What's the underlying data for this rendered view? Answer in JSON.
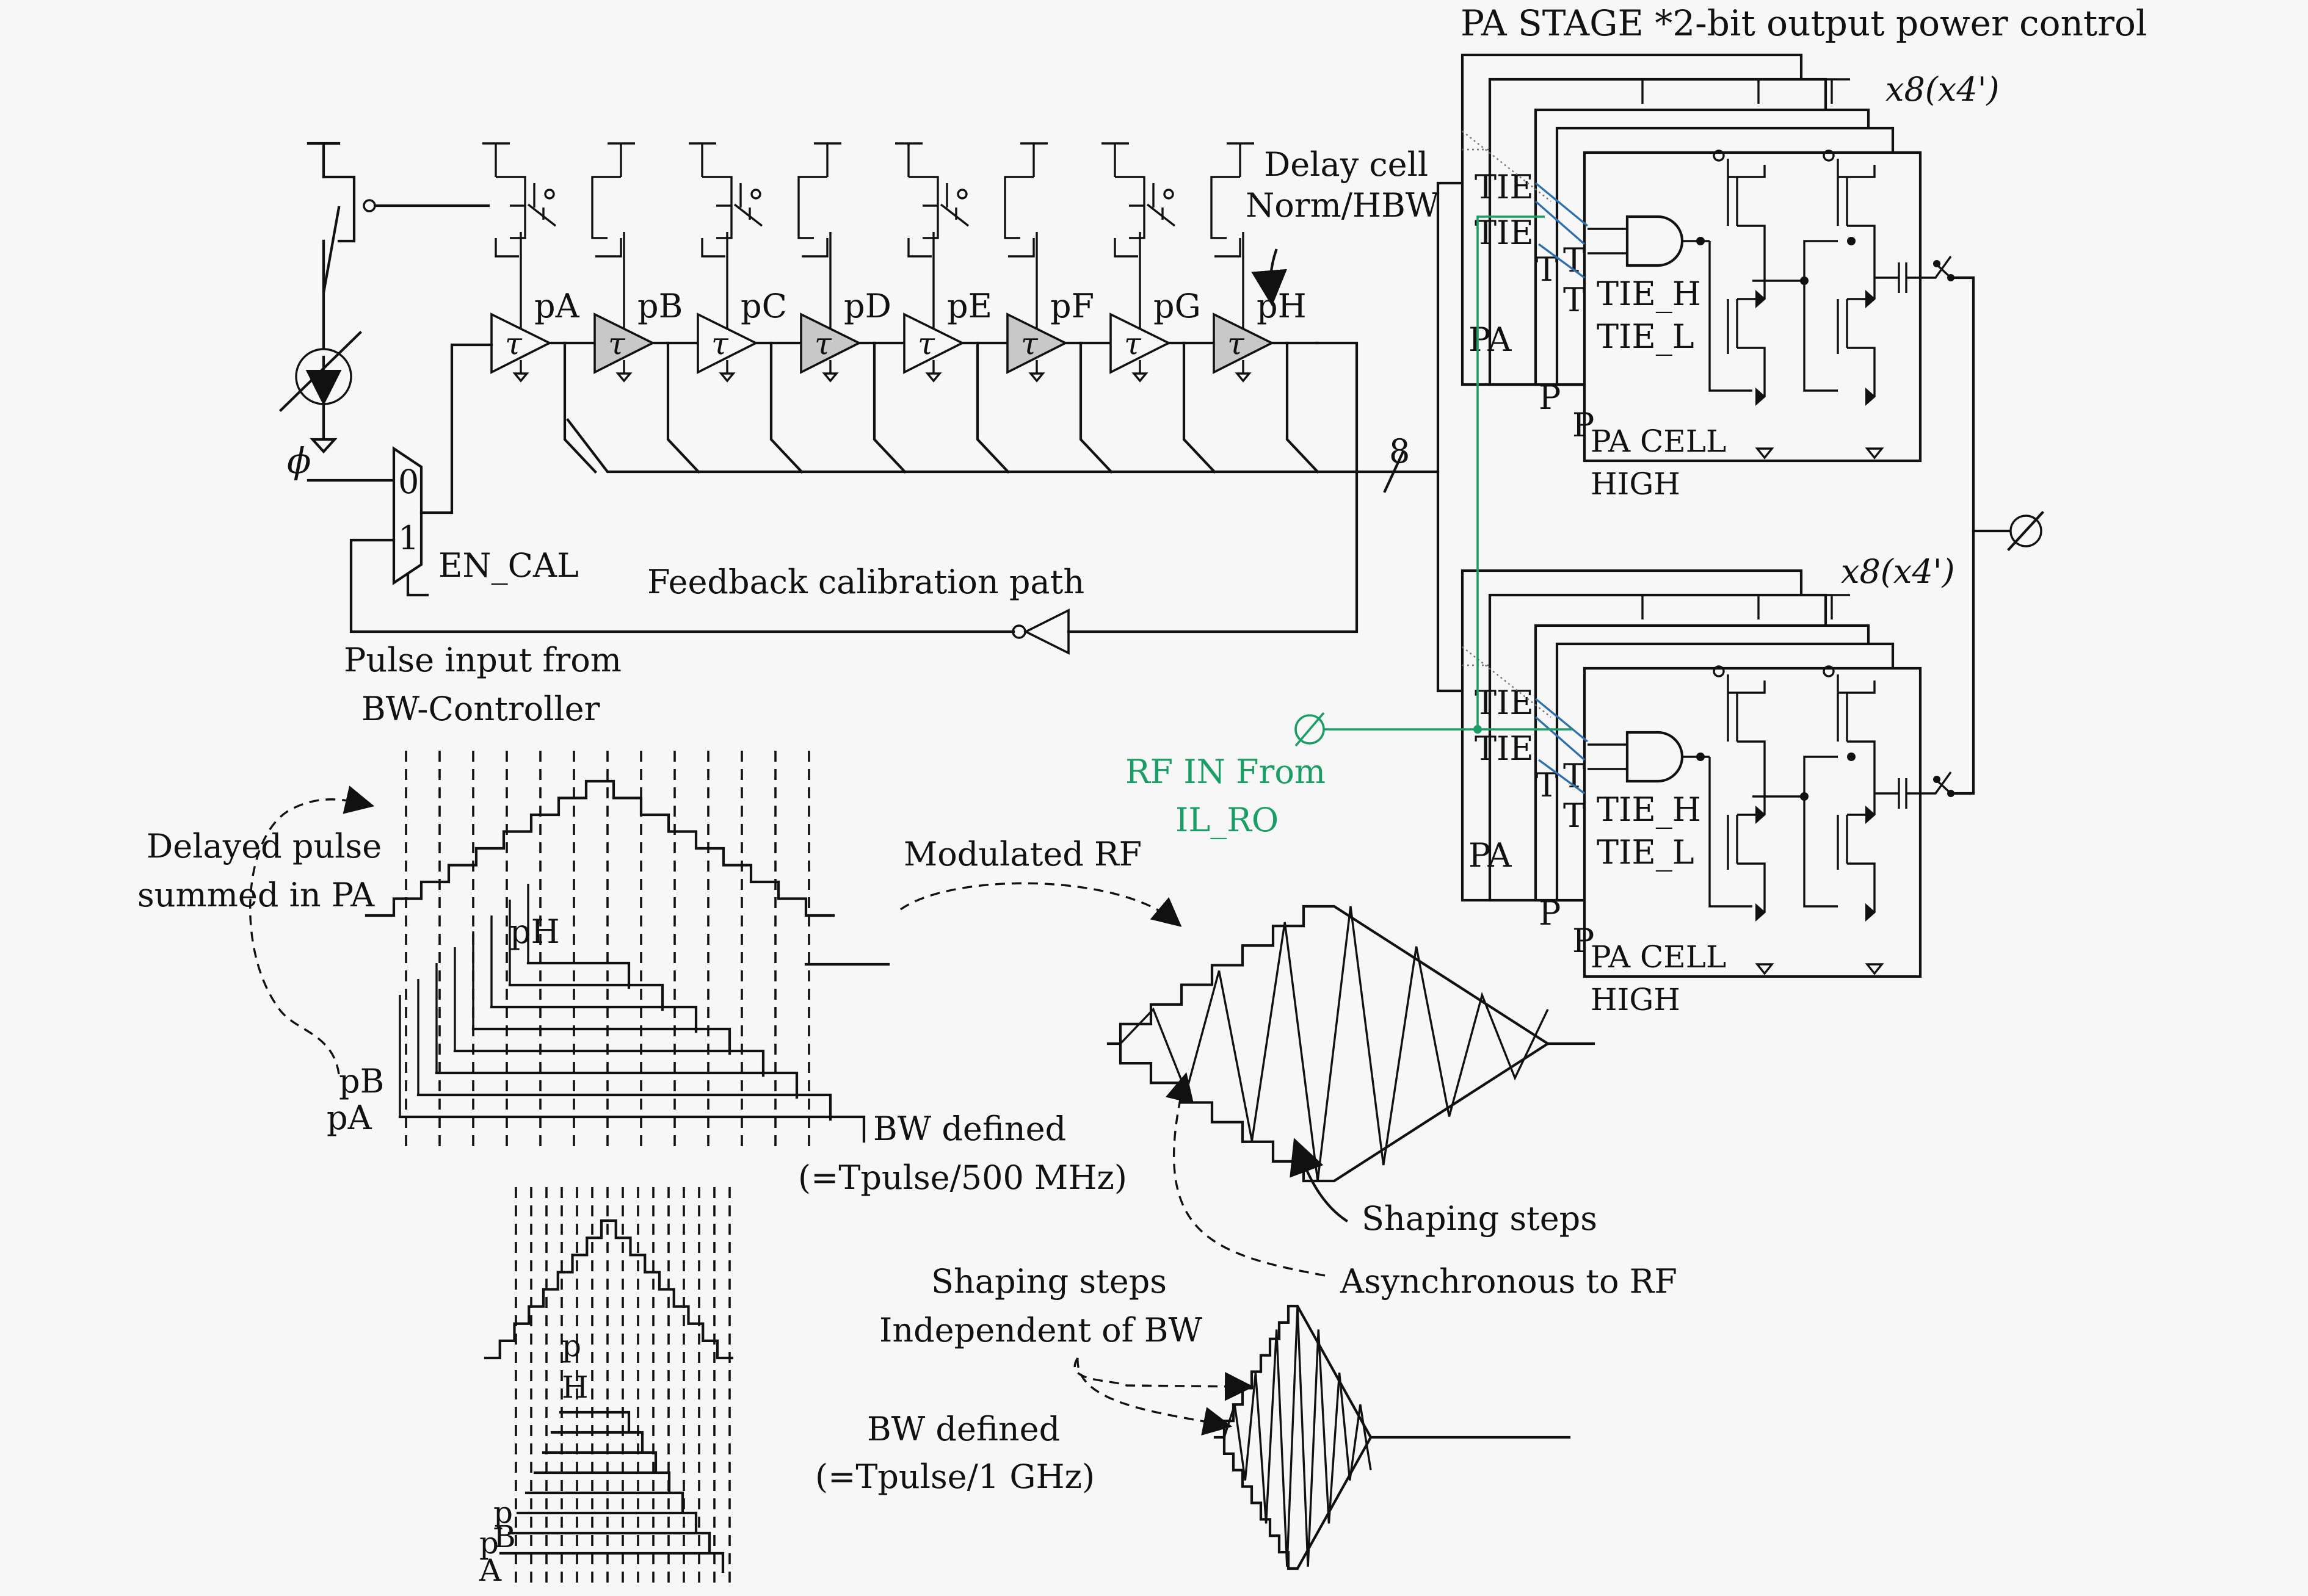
{
  "title": "PA STAGE *2-bit output power control",
  "multiplier_top": "x8(x4')",
  "multiplier_bottom": "x8(x4')",
  "delay_cell_label": [
    "Delay cell",
    "Norm/HBW"
  ],
  "taps": [
    "pA",
    "pB",
    "pC",
    "pD",
    "pE",
    "pF",
    "pG",
    "pH"
  ],
  "delay_symbol": "τ",
  "phi": "ϕ",
  "mux_inputs": [
    "0",
    "1"
  ],
  "en_cal": "EN_CAL",
  "bus_width": "8",
  "feedback_label": "Feedback calibration path",
  "pulse_input": [
    "Pulse input from",
    "BW-Controller"
  ],
  "pa_cell": {
    "tie_short": [
      "TIE",
      "TIE"
    ],
    "tie_h": "TIE_H",
    "tie_l": "TIE_L",
    "pa_label": "PA",
    "cell_label": "PA CELL",
    "high": "HIGH",
    "stub_T": "T",
    "stub_P": "P"
  },
  "rf_in": [
    "RF IN From",
    "IL_RO"
  ],
  "output_symbol": "∅",
  "delayed_pulse": [
    "Delayed pulse",
    "summed in PA"
  ],
  "pulse_labels_top": {
    "pH": "pH",
    "pB": "pB",
    "pA": "pA"
  },
  "pulse_labels_bottom": {
    "pB_top": "p",
    "pB_bot": "B",
    "pA_top": "p",
    "pA_bot": "A",
    "pH_top": "p",
    "pH_bot": "H"
  },
  "modulated_rf": "Modulated RF",
  "bw_defined_1": [
    "BW defined",
    "(=Tpulse/500 MHz)"
  ],
  "bw_defined_2": [
    "BW defined",
    "(=Tpulse/1 GHz)"
  ],
  "shaping_steps": "Shaping steps",
  "asynchronous": "Asynchronous to RF",
  "shaping_independent": [
    "Shaping steps",
    "Independent of BW"
  ],
  "colors": {
    "ink": "#111111",
    "rf_green": "#1a9e66",
    "bus_blue": "#2f6fae",
    "buffer_gray": "#c8c8c8"
  }
}
